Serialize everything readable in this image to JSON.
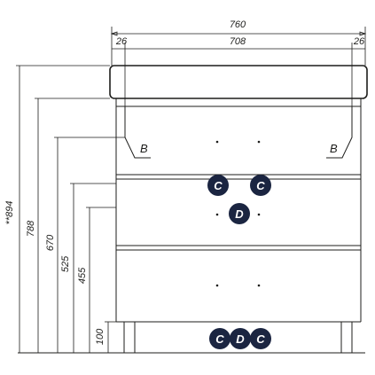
{
  "dimensions": {
    "overall_width": "760",
    "left_offset": "26",
    "inner_width": "708",
    "right_offset": "26",
    "total_height": "**894",
    "height_788": "788",
    "height_670": "670",
    "height_525": "525",
    "height_455": "455",
    "height_100": "100"
  },
  "section_marks": {
    "left": "B",
    "right": "B"
  },
  "badges": {
    "drawer_top_left": "C",
    "drawer_top_right": "C",
    "drawer_middle": "D",
    "legs_c1": "C",
    "legs_d": "D",
    "legs_c2": "C"
  }
}
